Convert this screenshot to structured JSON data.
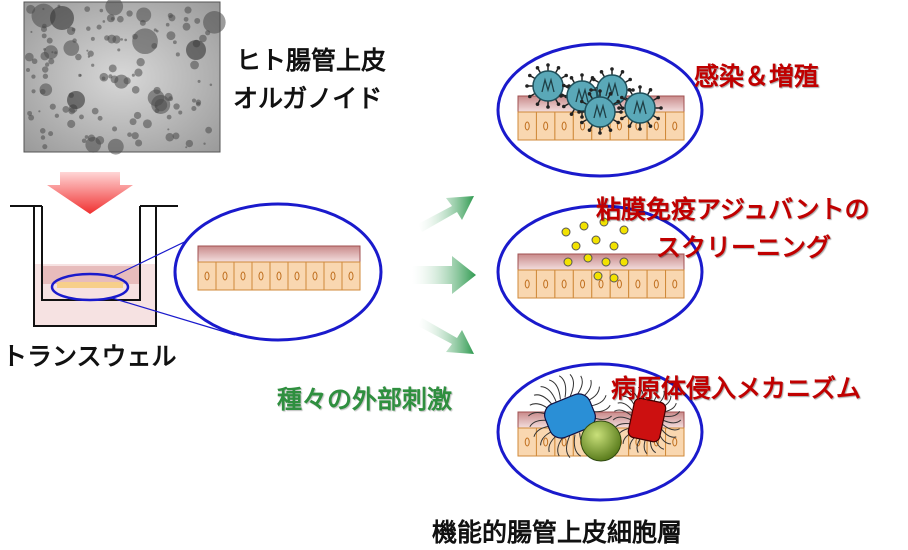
{
  "labels": {
    "organoid_line1": "ヒト腸管上皮",
    "organoid_line2": "オルガノイド",
    "transwell": "トランスウェル",
    "stimuli": "種々の外部刺激",
    "infection": "感染＆増殖",
    "adjuvant_line1": "粘膜免疫アジュバントの",
    "adjuvant_line2": "スクリーニング",
    "pathogen": "病原体侵入メカニズム",
    "bottom_caption": "機能的腸管上皮細胞層"
  },
  "colors": {
    "ellipse_stroke": "#1a1acc",
    "arrow_green": "#3a9a55",
    "arrow_red": "#f04040",
    "accent_red": "#c00000",
    "accent_green": "#2f8f3f",
    "cell_fill": "#f9d7b0",
    "mucus_fill": "#e4b0b0",
    "virus_fill": "#5aa8b8",
    "bead_fill": "#f2e200",
    "bacterium_blue": "#2a8fd6",
    "bacterium_red": "#cc1010",
    "bacterium_green": "#6a9a30"
  },
  "icons": [
    "microscope-photo",
    "down-arrow",
    "green-arrow",
    "virus-icon",
    "bacterium-icon",
    "bead-icon"
  ]
}
